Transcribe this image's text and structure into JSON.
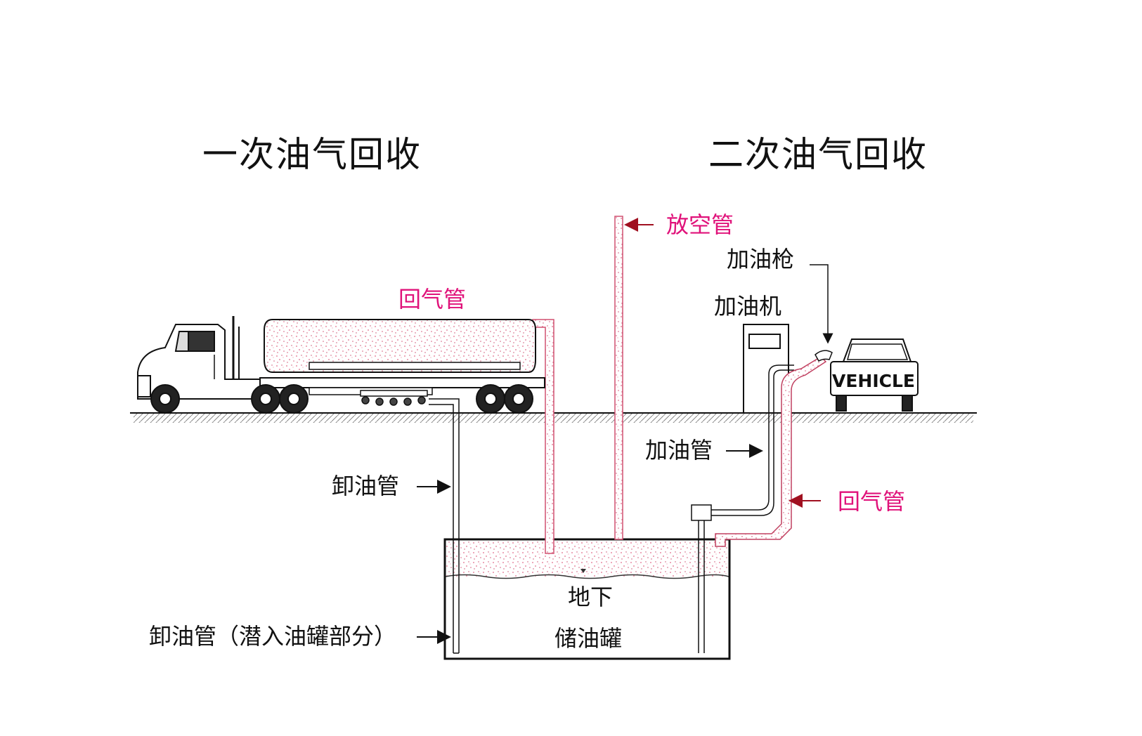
{
  "titles": {
    "primary": "一次油气回收",
    "secondary": "二次油气回收"
  },
  "labels": {
    "vent_pipe": "放空管",
    "nozzle": "加油枪",
    "dispenser": "加油机",
    "return_pipe_truck": "回气管",
    "fuel_pipe": "加油管",
    "return_pipe_dispenser": "回气管",
    "unload_pipe": "卸油管",
    "unload_pipe_submerged": "卸油管（潜入油罐部分）",
    "tank_line1": "地下",
    "tank_line2": "储油罐"
  },
  "vehicle": {
    "label": "VEHICLE"
  },
  "colors": {
    "pink": "#e0127a",
    "arrow": "#a01020",
    "vapor": "#e88aa0",
    "line": "#111111"
  }
}
